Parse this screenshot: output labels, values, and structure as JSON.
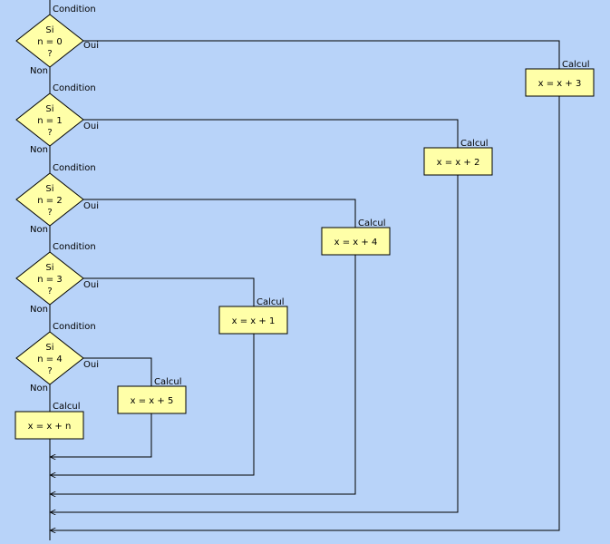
{
  "colors": {
    "background": "#b8d3f9",
    "shape_fill": "#ffffa8",
    "line": "#000000"
  },
  "labels": {
    "condition": "Condition",
    "yes": "Oui",
    "no": "Non",
    "calcul": "Calcul"
  },
  "conditions": [
    {
      "si": "Si",
      "expr": "n = 0",
      "q": "?"
    },
    {
      "si": "Si",
      "expr": "n = 1",
      "q": "?"
    },
    {
      "si": "Si",
      "expr": "n = 2",
      "q": "?"
    },
    {
      "si": "Si",
      "expr": "n = 3",
      "q": "?"
    },
    {
      "si": "Si",
      "expr": "n = 4",
      "q": "?"
    }
  ],
  "calculs": [
    {
      "expr": "x = x + 3"
    },
    {
      "expr": "x = x + 2"
    },
    {
      "expr": "x = x + 4"
    },
    {
      "expr": "x = x + 1"
    },
    {
      "expr": "x = x + 5"
    }
  ],
  "default_calcul": {
    "expr": "x = x + n"
  }
}
